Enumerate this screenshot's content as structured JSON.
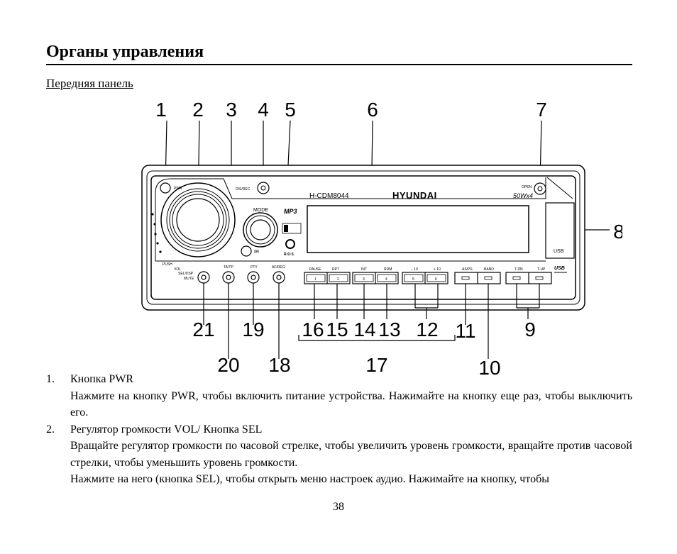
{
  "heading": "Органы управления",
  "subheading": "Передняя панель",
  "diagram": {
    "callouts": {
      "c1": "1",
      "c2": "2",
      "c3": "3",
      "c4": "4",
      "c5": "5",
      "c6": "6",
      "c7": "7",
      "c8": "8",
      "c9": "9",
      "c10": "10",
      "c11": "11",
      "c12": "12",
      "c13": "13",
      "c14": "14",
      "c15": "15",
      "c16": "16",
      "c17": "17",
      "c18": "18",
      "c19": "19",
      "c20": "20",
      "c21": "21"
    },
    "panel_labels": {
      "pwr": "PWR",
      "dis_rec": "DIS/REC",
      "model": "H-CDM8044",
      "brand": "HYUNDAI",
      "open": "OPEN",
      "power_rating": "50Wx4",
      "mode": "MODE",
      "mp3": "MP3",
      "ir": "IR",
      "usb": "USB",
      "usb_logo": "USB",
      "rds": "R·D·S",
      "push": "PUSH",
      "vol": "VOL",
      "sel_dsp": "SEL/DSP",
      "mute": "MUTE",
      "ta_tp": "TA/TP",
      "pty": "PTY",
      "af_reg": "AF/REG",
      "pause": "PAUSE",
      "rpt": "RPT",
      "int": "INT",
      "rdm": "RDM",
      "minus10": "− 10",
      "plus10": "+ 10",
      "as_ps": "AS/PS",
      "band": "BAND",
      "t_dn": "T-DN",
      "t_up": "T-UP",
      "btn1": "1",
      "btn2": "2",
      "btn3": "3",
      "btn4": "4",
      "btn5": "5",
      "btn6": "6"
    }
  },
  "items": [
    {
      "number": "1.",
      "title": "Кнопка PWR",
      "paragraphs": [
        "Нажмите на кнопку PWR, чтобы включить питание устройства. Нажимайте на кнопку еще раз, чтобы выключить его."
      ]
    },
    {
      "number": "2.",
      "title": "Регулятор громкости VOL/ Кнопка SEL",
      "paragraphs": [
        "Вращайте регулятор громкости по часовой стрелке, чтобы увеличить уровень громкости, вращайте против часовой стрелки, чтобы уменьшить уровень громкости.",
        "Нажмите на него (кнопка SEL), чтобы открыть меню настроек аудио. Нажимайте на кнопку, чтобы"
      ]
    }
  ],
  "page_number": "38"
}
